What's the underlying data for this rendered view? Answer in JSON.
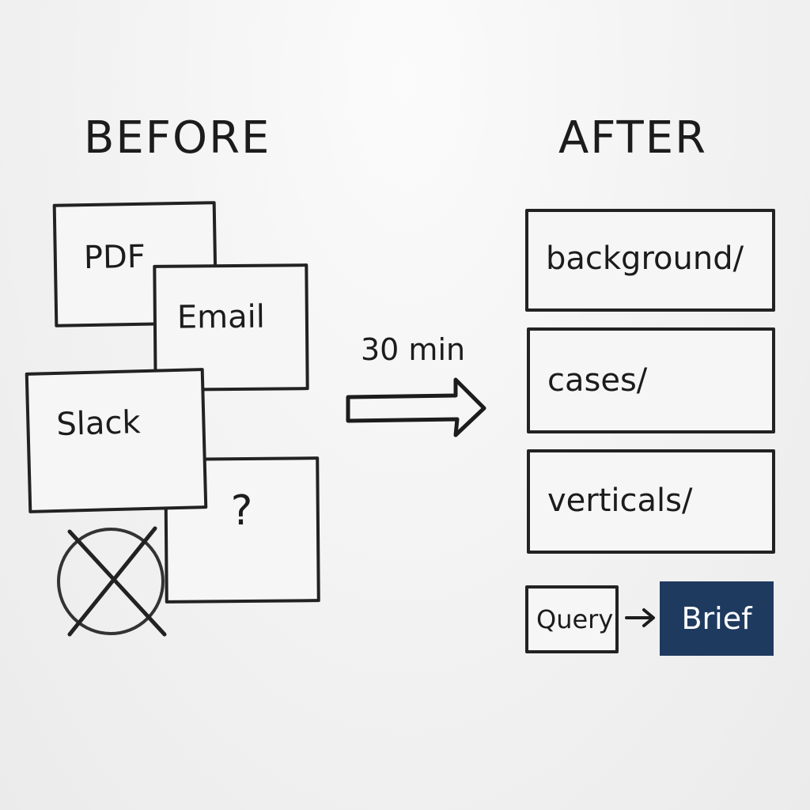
{
  "before": {
    "heading": "BEFORE",
    "sources": [
      {
        "label": "PDF"
      },
      {
        "label": "Email"
      },
      {
        "label": "Slack"
      },
      {
        "label": "?"
      }
    ],
    "discard_symbol": "crossed-circle"
  },
  "transition": {
    "label": "30 min",
    "arrow": "right-arrow"
  },
  "after": {
    "heading": "AFTER",
    "folders": [
      {
        "label": "background/"
      },
      {
        "label": "cases/"
      },
      {
        "label": "verticals/"
      }
    ],
    "flow": {
      "input": "Query",
      "output": "Brief",
      "output_color": "#1f3a5f"
    }
  }
}
